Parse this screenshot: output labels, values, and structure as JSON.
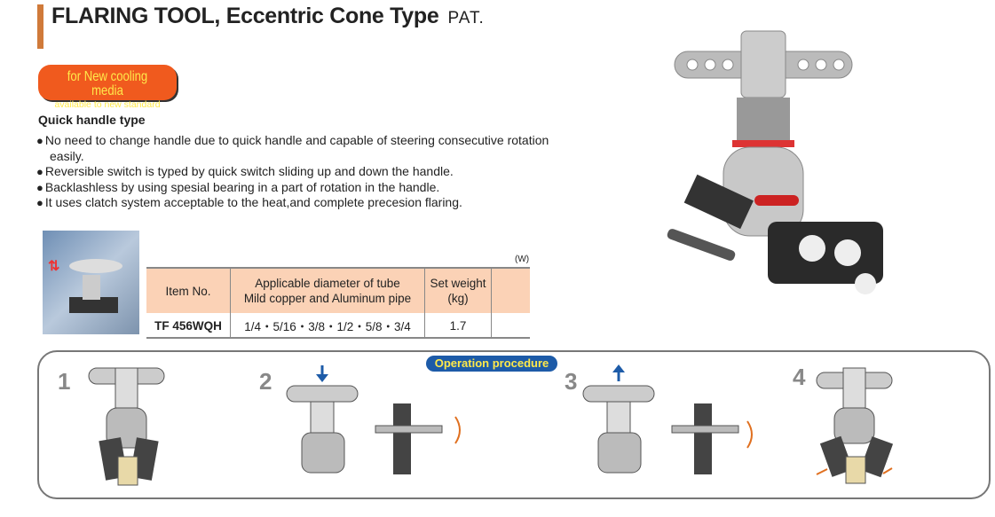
{
  "header": {
    "title": "FLARING TOOL, Eccentric Cone Type",
    "suffix": "PAT."
  },
  "badge": {
    "line1": "for New cooling media",
    "line2": "available to new standard"
  },
  "features": {
    "heading": "Quick handle type",
    "items": [
      "No need to change handle due to quick handle and capable of steering consecutive rotation easily.",
      "Reversible switch is typed by quick switch sliding up and down the handle.",
      "Backlashless by using spesial bearing in a part of rotation in the handle.",
      "It uses clatch system acceptable to the heat,and complete precesion flaring."
    ]
  },
  "table": {
    "unit": "(W)",
    "headers": [
      "Item No.",
      "Applicable diameter of tube\nMild copper and Aluminum pipe",
      "Set weight\n(kg)",
      ""
    ],
    "rows": [
      [
        "TF 456WQH",
        "1/4・5/16・3/8・1/2・5/8・3/4",
        "1.7",
        ""
      ]
    ]
  },
  "procedure": {
    "label": "Operation procedure",
    "steps": [
      "1",
      "2",
      "3",
      "4"
    ]
  },
  "colors": {
    "accent": "#d07a3a",
    "badge": "#f05a1e",
    "header_fill": "#fbd2b6",
    "label": "#1d5ba8"
  }
}
